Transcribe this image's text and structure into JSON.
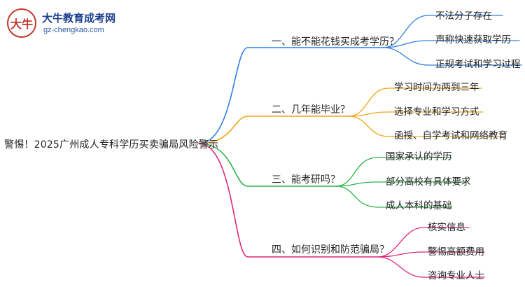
{
  "logo": {
    "mark": "大牛",
    "name": "大牛教育成考网",
    "url": "gz-chengkao.com"
  },
  "mindmap": {
    "root": "警惕！2025广州成人专科学历买卖骗局风险警示",
    "branches": [
      {
        "label": "一、能不能花钱买成考学历？",
        "color": "#2f7fe0",
        "leaves": [
          "不法分子存在",
          "声称快速获取学历",
          "正规考试和学习过程"
        ]
      },
      {
        "label": "二、几年能毕业？",
        "color": "#f0a51a",
        "leaves": [
          "学习时间为两到三年",
          "选择专业和学习方式",
          "函授、自学考试和网络教育"
        ]
      },
      {
        "label": "三、能考研吗？",
        "color": "#2db34a",
        "leaves": [
          "国家承认的学历",
          "部分高校有具体要求",
          "成人本科的基础"
        ]
      },
      {
        "label": "四、如何识别和防范骗局？",
        "color": "#e0257a",
        "leaves": [
          "核实信息",
          "警惕高额费用",
          "咨询专业人士"
        ]
      }
    ]
  }
}
